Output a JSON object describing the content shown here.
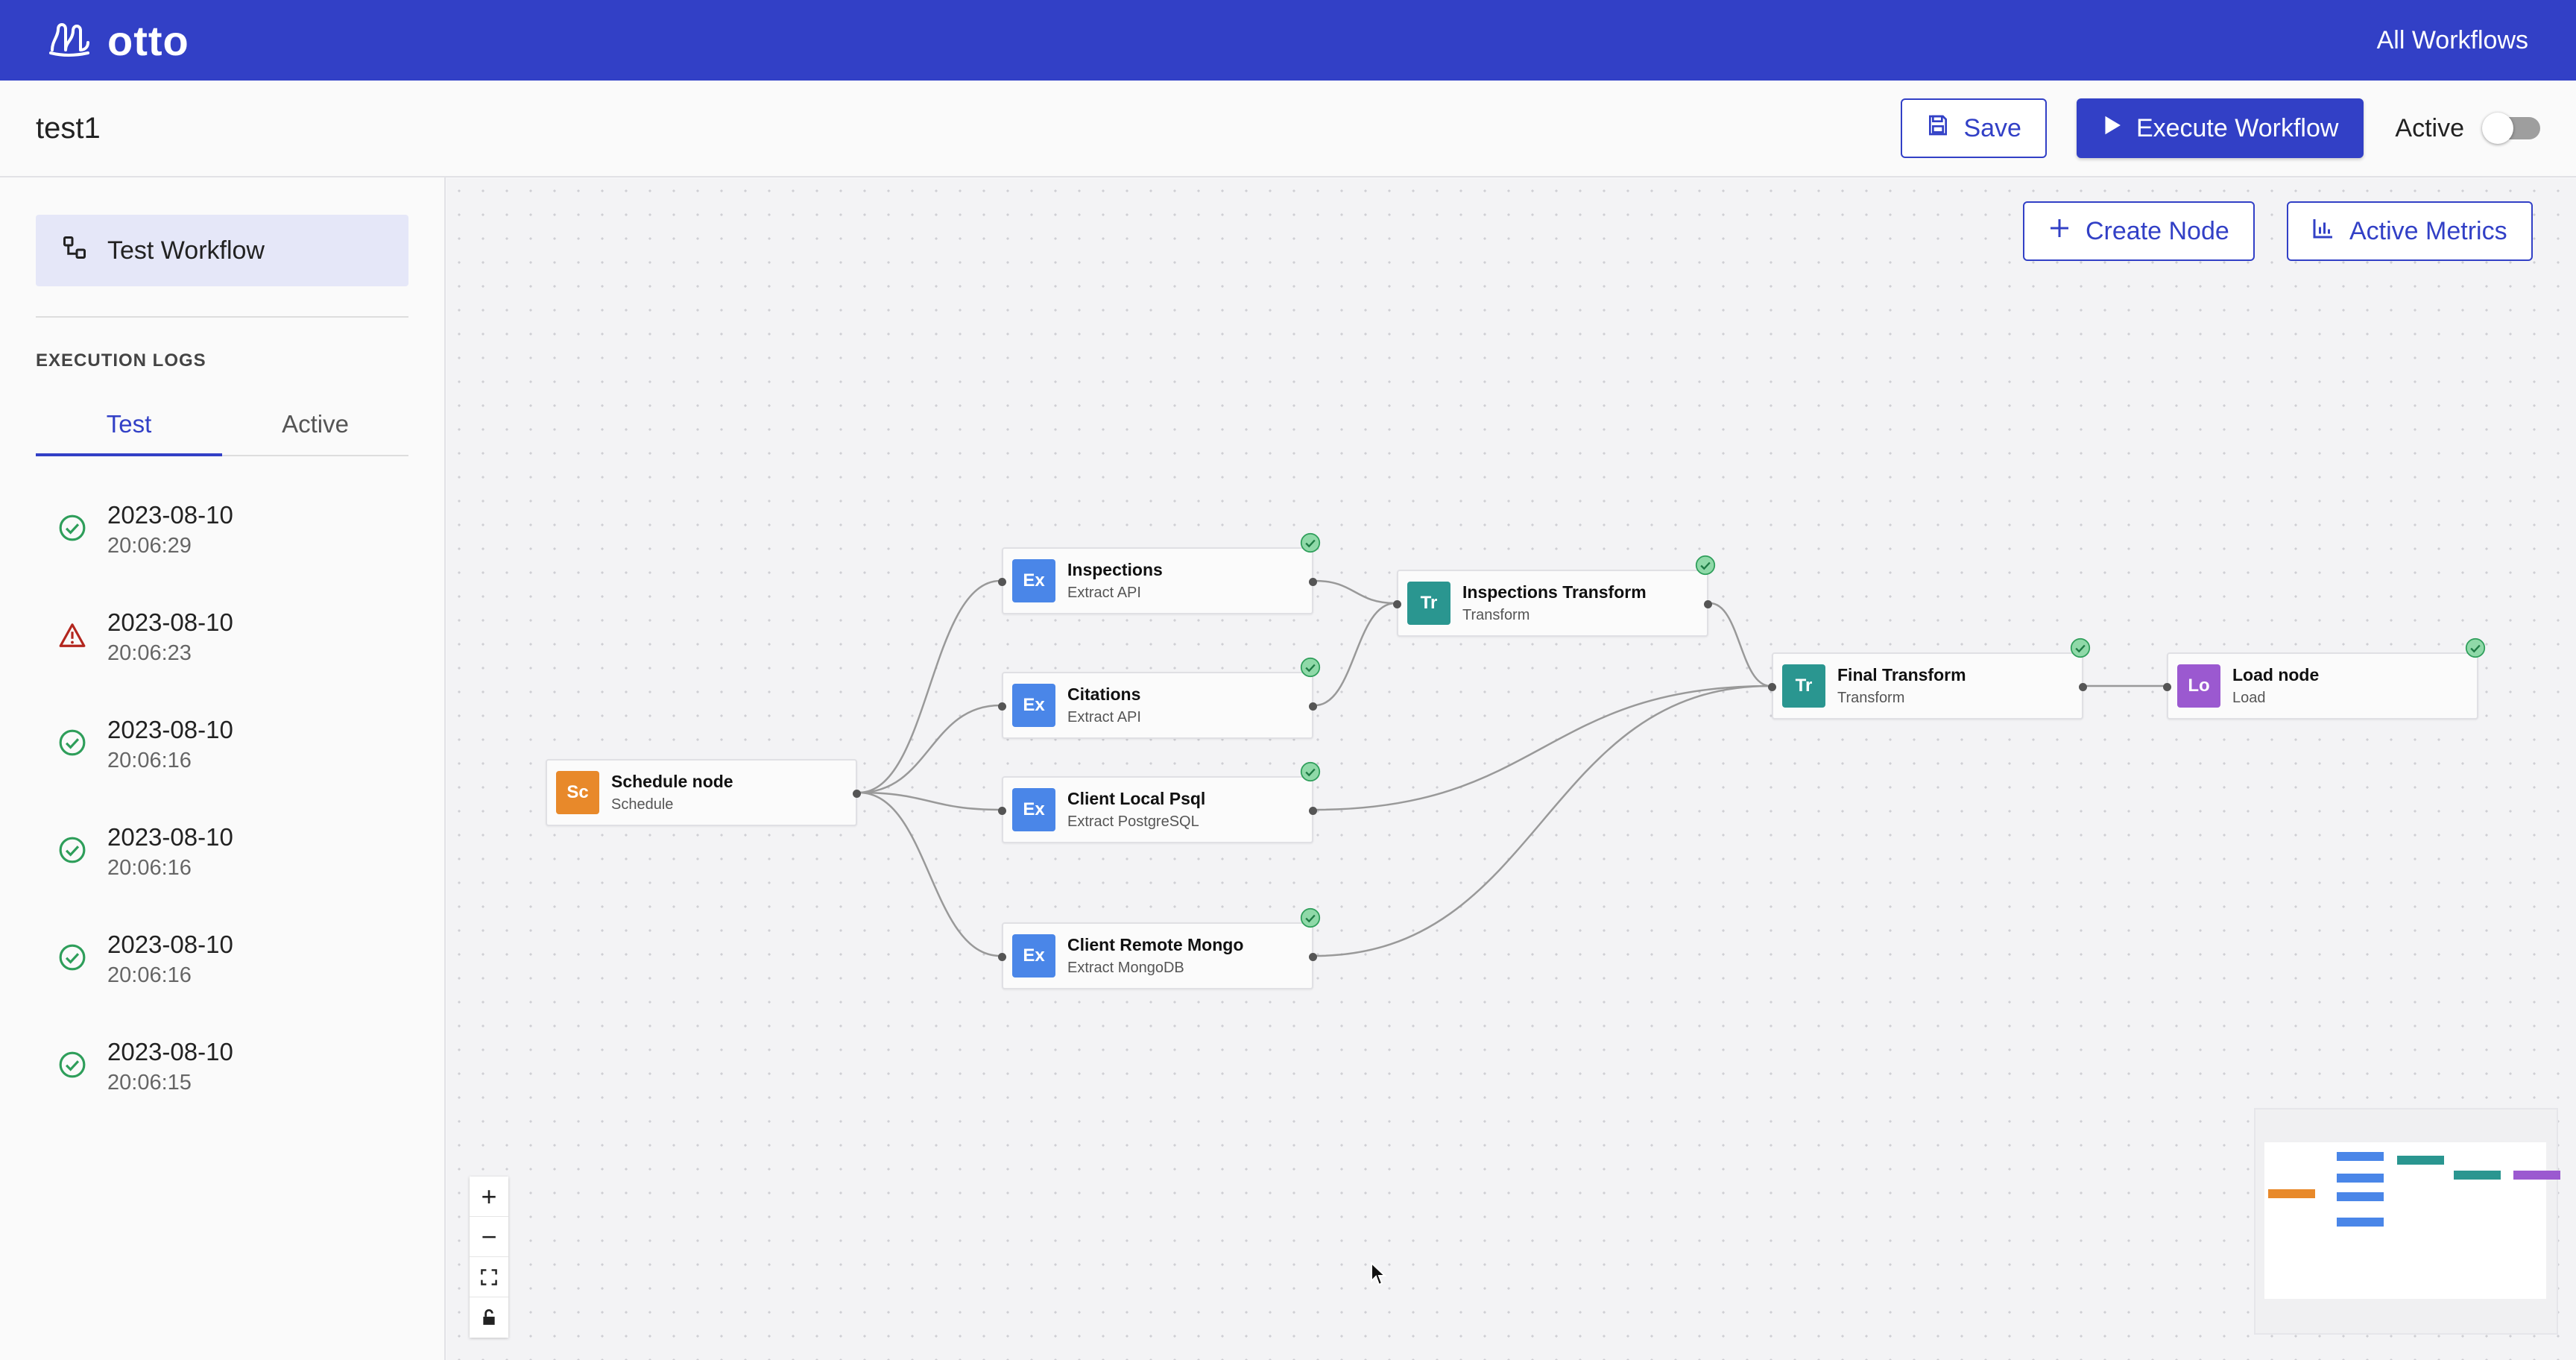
{
  "app": {
    "name": "otto",
    "nav_link": "All Workflows"
  },
  "header": {
    "title": "test1",
    "save_label": "Save",
    "execute_label": "Execute Workflow",
    "active_label": "Active",
    "active_on": false
  },
  "sidebar": {
    "workflow_label": "Test Workflow",
    "logs_title": "EXECUTION LOGS",
    "tabs": [
      {
        "label": "Test",
        "selected": true
      },
      {
        "label": "Active",
        "selected": false
      }
    ],
    "logs": [
      {
        "date": "2023-08-10",
        "time": "20:06:29",
        "status": "success"
      },
      {
        "date": "2023-08-10",
        "time": "20:06:23",
        "status": "error"
      },
      {
        "date": "2023-08-10",
        "time": "20:06:16",
        "status": "success"
      },
      {
        "date": "2023-08-10",
        "time": "20:06:16",
        "status": "success"
      },
      {
        "date": "2023-08-10",
        "time": "20:06:16",
        "status": "success"
      },
      {
        "date": "2023-08-10",
        "time": "20:06:15",
        "status": "success"
      }
    ]
  },
  "canvas": {
    "create_node_label": "Create Node",
    "metrics_label": "Active Metrics",
    "nodes": [
      {
        "id": "schedule",
        "badge": "Sc",
        "title": "Schedule node",
        "subtitle": "Schedule",
        "color": "#e8892a",
        "status": "none"
      },
      {
        "id": "inspections",
        "badge": "Ex",
        "title": "Inspections",
        "subtitle": "Extract API",
        "color": "#4a86e8",
        "status": "success"
      },
      {
        "id": "citations",
        "badge": "Ex",
        "title": "Citations",
        "subtitle": "Extract API",
        "color": "#4a86e8",
        "status": "success"
      },
      {
        "id": "psql",
        "badge": "Ex",
        "title": "Client Local Psql",
        "subtitle": "Extract PostgreSQL",
        "color": "#4a86e8",
        "status": "success"
      },
      {
        "id": "mongo",
        "badge": "Ex",
        "title": "Client Remote Mongo",
        "subtitle": "Extract MongoDB",
        "color": "#4a86e8",
        "status": "success"
      },
      {
        "id": "insp_transform",
        "badge": "Tr",
        "title": "Inspections Transform",
        "subtitle": "Transform",
        "color": "#2a9690",
        "status": "success"
      },
      {
        "id": "final_transform",
        "badge": "Tr",
        "title": "Final Transform",
        "subtitle": "Transform",
        "color": "#2a9690",
        "status": "success"
      },
      {
        "id": "load",
        "badge": "Lo",
        "title": "Load node",
        "subtitle": "Load",
        "color": "#9b59d0",
        "status": "success"
      }
    ]
  },
  "colors": {
    "primary": "#3240c6",
    "success": "#2e9e5a",
    "success_fill": "#8fd9a8",
    "error": "#b3261e",
    "extract": "#4a86e8",
    "transform": "#2a9690",
    "load": "#9b59d0",
    "schedule": "#e8892a"
  }
}
